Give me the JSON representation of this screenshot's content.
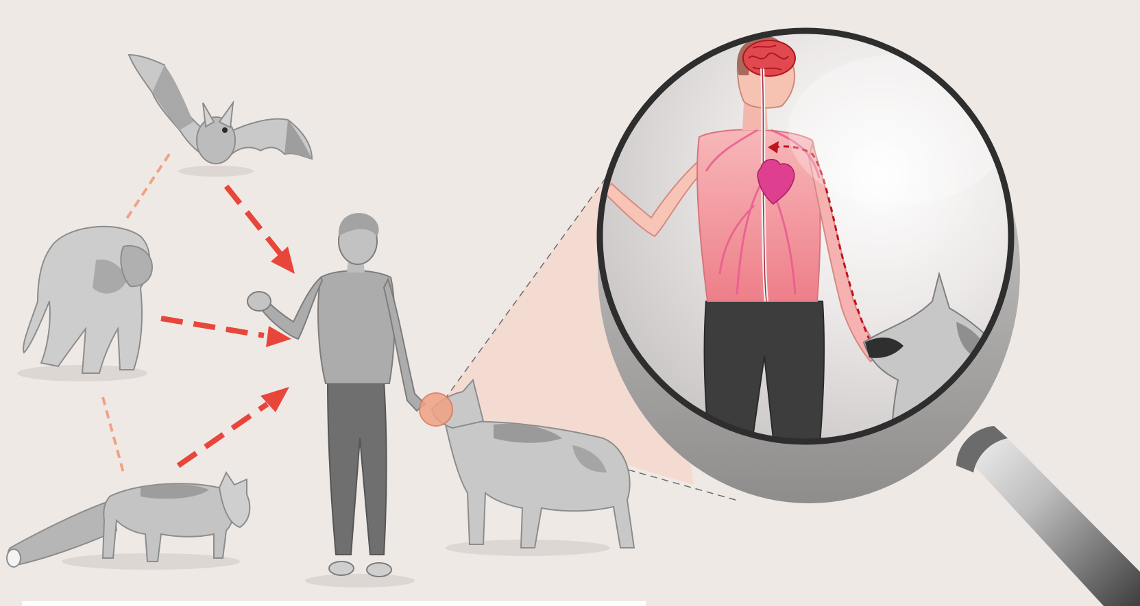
{
  "illustration": {
    "colors": {
      "background": "#efe9e6",
      "animal_gray": "#c7c7c7",
      "animal_dark": "#9a9a9a",
      "animal_light": "#e2e2e2",
      "human_gray": "#a9a9a9",
      "pants": "#6f6f6f",
      "arrow_red": "#e8463a",
      "link_salmon": "#f2a184",
      "bite_glow": "#f0a285",
      "zoom_cone": "#f4d8cd",
      "skin_pink": "#f5a9ad",
      "vessel_pink": "#e95a8f",
      "heart": "#de3f8e",
      "brain_red": "#d3272f",
      "nerve_path": "#c1121f",
      "lens_rim": "#2e2e2e",
      "handle_dark": "#4a4a4a",
      "handle_light": "#e6e6e6"
    },
    "reservoir_animals": [
      "bat",
      "monkey",
      "fox"
    ],
    "spillover_arrows": [
      "bat-to-human",
      "monkey-to-human",
      "fox-to-human"
    ],
    "host_links": [
      "bat-monkey",
      "monkey-fox"
    ],
    "transmission_event": "dog-bite-on-hand",
    "magnified_view": {
      "subject": "human-anatomy",
      "path": "hand-to-spinal-cord-to-brain",
      "structures": [
        "brain",
        "spinal-cord",
        "heart",
        "blood-vessels",
        "arm-nerve"
      ]
    }
  }
}
